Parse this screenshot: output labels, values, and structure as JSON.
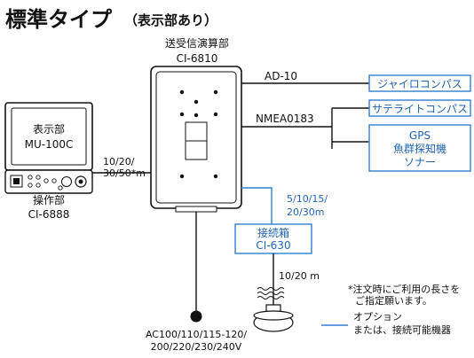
{
  "title": {
    "main": "標準タイプ",
    "sub": "（表示部あり）"
  },
  "units": {
    "transceiver": {
      "name": "送受信演算部",
      "model": "CI-6810"
    },
    "display": {
      "name": "表示部",
      "model": "MU-100C"
    },
    "operation": {
      "name": "操作部",
      "model": "CI-6888"
    },
    "junction": {
      "name": "接続箱",
      "model": "CI-630"
    }
  },
  "options": {
    "gyro": "ジャイロコンパス",
    "satellite": "サテライトコンパス",
    "gps": [
      "GPS",
      "魚群探知機",
      "ソナー"
    ]
  },
  "signals": {
    "ad": "AD-10",
    "nmea": "NMEA0183"
  },
  "cables": {
    "display_len": [
      "10/20/",
      "30/50*m"
    ],
    "junction_len": [
      "5/10/15/",
      "20/30m"
    ],
    "transducer_len": "10/20 m"
  },
  "power": [
    "AC100/110/115-120/",
    "200/220/230/240V"
  ],
  "notes": {
    "order": [
      "*注文時にご利用の長さを",
      "ご指定願います。"
    ],
    "legend": [
      "オプション",
      "または、接続可能機器"
    ]
  },
  "colors": {
    "option_blue": "#2f7fd0",
    "text_blue": "#1e64b4",
    "line": "#111111",
    "unit_face": "#ffffff"
  }
}
